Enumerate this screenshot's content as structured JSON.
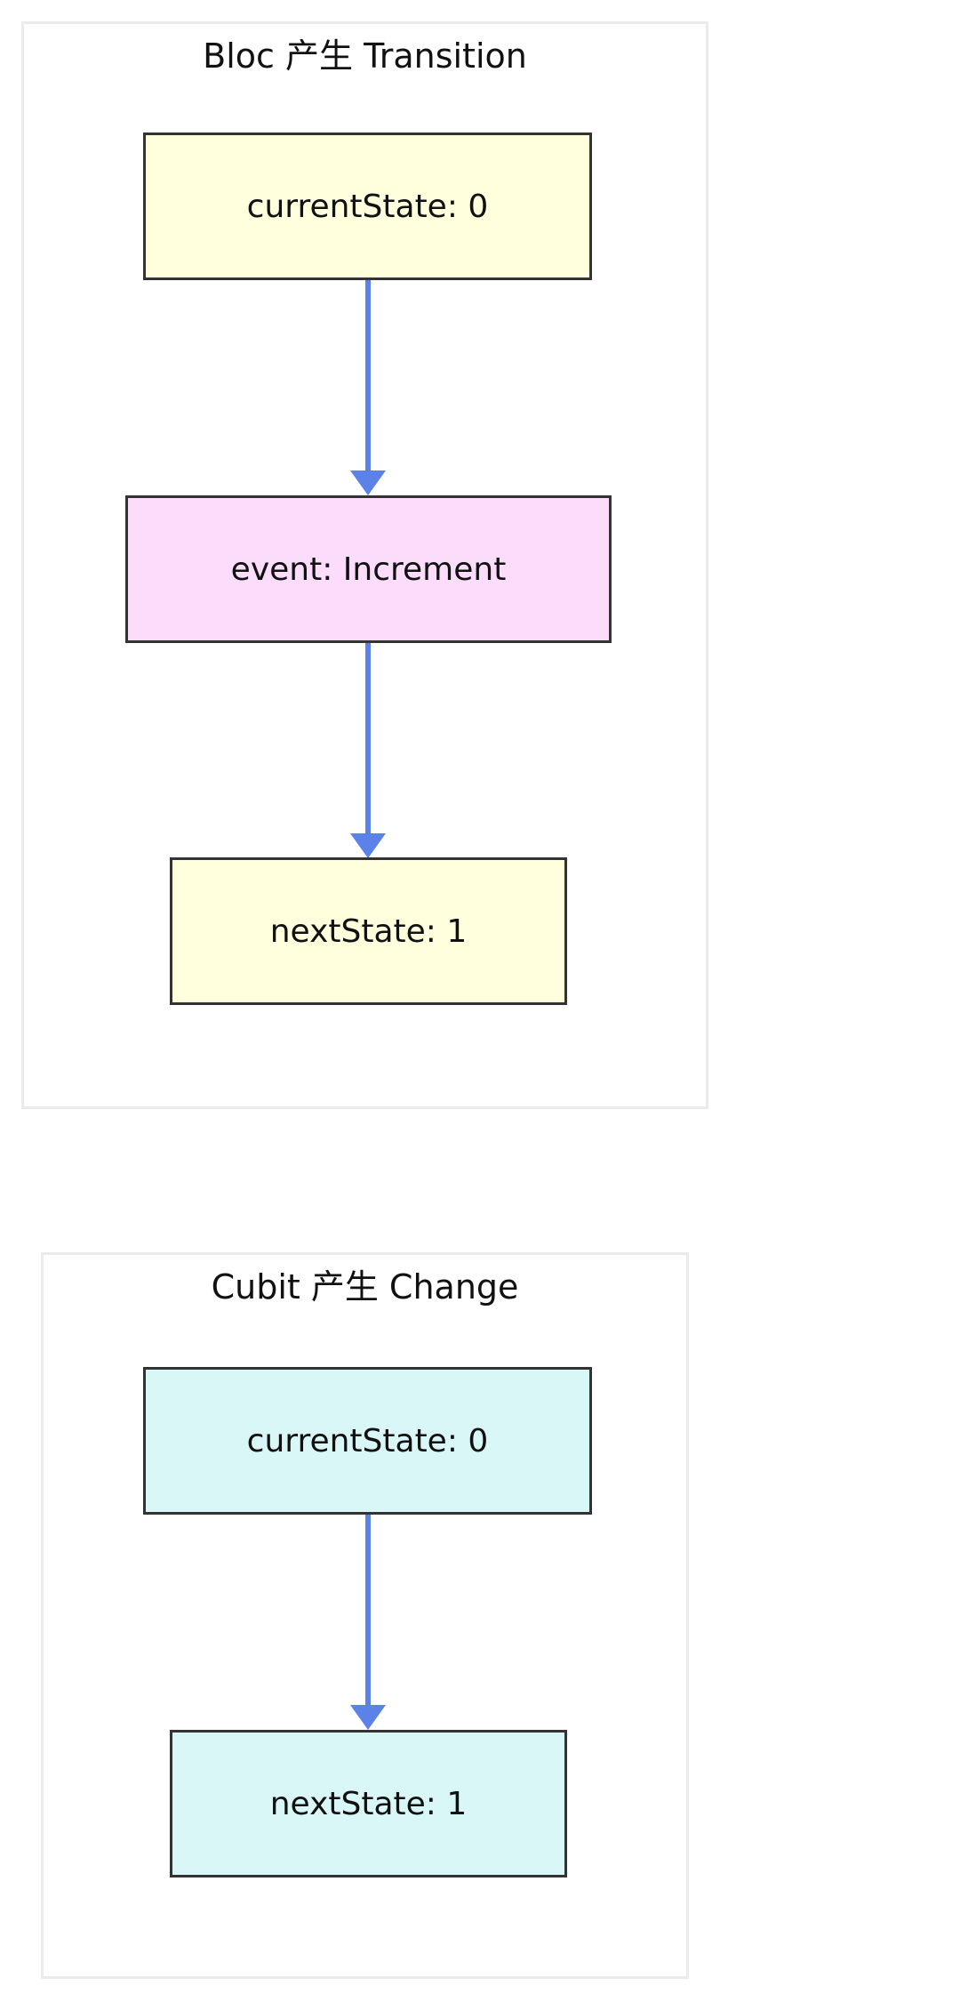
{
  "panels": [
    {
      "title": "Bloc 产生 Transition",
      "nodes": [
        {
          "id": "current-state",
          "label": "currentState: 0"
        },
        {
          "id": "event",
          "label": "event: Increment"
        },
        {
          "id": "next-state",
          "label": "nextState: 1"
        }
      ]
    },
    {
      "title": "Cubit 产生 Change",
      "nodes": [
        {
          "id": "current-state",
          "label": "currentState: 0"
        },
        {
          "id": "next-state",
          "label": "nextState: 1"
        }
      ]
    }
  ],
  "colors": {
    "state_fill": "#ffffde",
    "event_fill": "#fbdcfb",
    "cubit_fill": "#d9f7f7",
    "node_border": "#333333",
    "arrow": "#5b82e6",
    "panel_border": "#ebebeb"
  }
}
